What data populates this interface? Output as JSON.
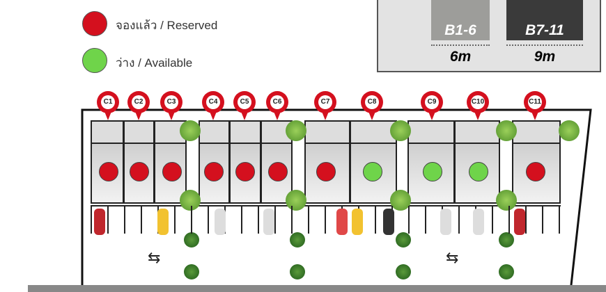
{
  "legend": [
    {
      "label": "จองแล้ว / Reserved",
      "color": "#d4101e"
    },
    {
      "label": "ว่าง / Available",
      "color": "#6fd44a"
    }
  ],
  "sizes": [
    {
      "label": "B1-6",
      "width": "6m",
      "color": "#9d9d9a"
    },
    {
      "label": "B7-11",
      "width": "9m",
      "color": "#3a3a3a"
    }
  ],
  "units": [
    {
      "id": "C1",
      "status": "reserved"
    },
    {
      "id": "C2",
      "status": "reserved"
    },
    {
      "id": "C3",
      "status": "reserved"
    },
    {
      "id": "C4",
      "status": "reserved"
    },
    {
      "id": "C5",
      "status": "reserved"
    },
    {
      "id": "C6",
      "status": "reserved"
    },
    {
      "id": "C7",
      "status": "reserved"
    },
    {
      "id": "C8",
      "status": "available"
    },
    {
      "id": "C9",
      "status": "available"
    },
    {
      "id": "C10",
      "status": "available"
    },
    {
      "id": "C11",
      "status": "reserved"
    }
  ],
  "arrows": [
    "⇆",
    "⇆"
  ]
}
